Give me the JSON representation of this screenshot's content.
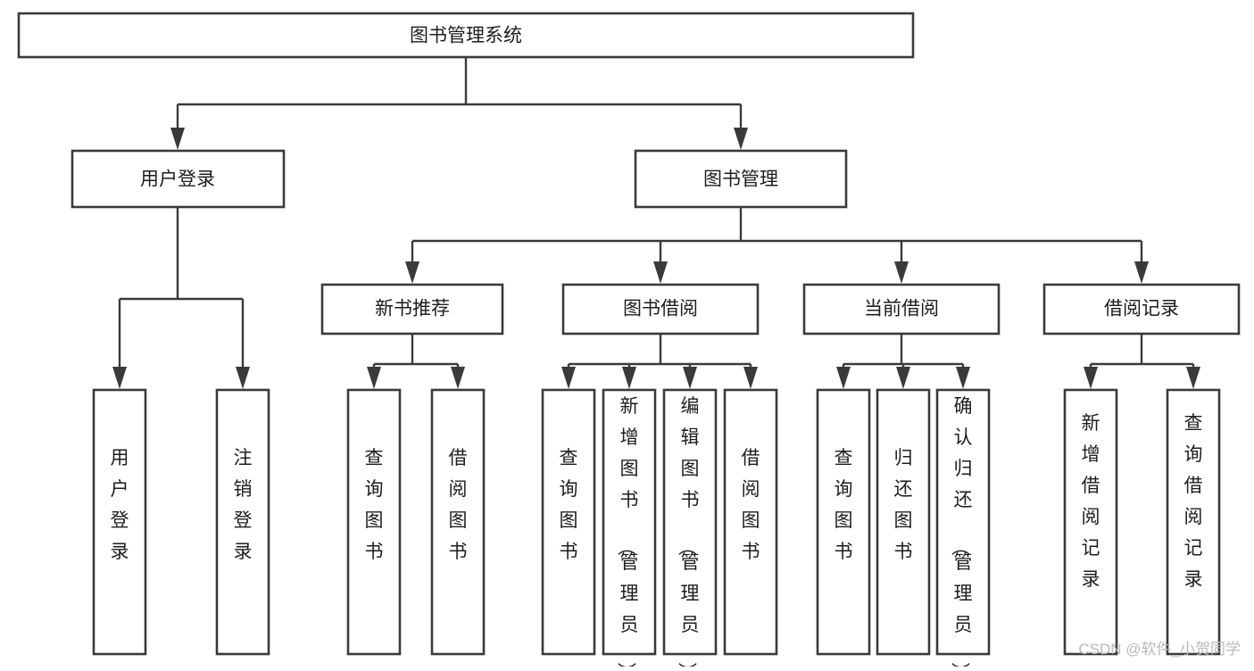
{
  "diagram": {
    "title": "图书管理系统",
    "type": "hierarchy-tree",
    "levels": {
      "root": {
        "label": "图书管理系统"
      },
      "level2": [
        {
          "id": "user-login",
          "label": "用户登录"
        },
        {
          "id": "book-management",
          "label": "图书管理"
        }
      ],
      "level3": [
        {
          "id": "new-book-recommend",
          "label": "新书推荐",
          "parent": "book-management"
        },
        {
          "id": "book-borrow",
          "label": "图书借阅",
          "parent": "book-management"
        },
        {
          "id": "current-borrow",
          "label": "当前借阅",
          "parent": "book-management"
        },
        {
          "id": "borrow-record",
          "label": "借阅记录",
          "parent": "book-management"
        }
      ],
      "leaves": [
        {
          "id": "leaf-user-login",
          "label": "用户登录",
          "parent": "user-login"
        },
        {
          "id": "leaf-user-logout",
          "label": "注销登录",
          "parent": "user-login"
        },
        {
          "id": "leaf-query-book-1",
          "label": "查询图书",
          "parent": "new-book-recommend"
        },
        {
          "id": "leaf-borrow-book-1",
          "label": "借阅图书",
          "parent": "new-book-recommend"
        },
        {
          "id": "leaf-query-book-2",
          "label": "查询图书",
          "parent": "book-borrow"
        },
        {
          "id": "leaf-add-book",
          "label": "新增图书（管理员）",
          "parent": "book-borrow"
        },
        {
          "id": "leaf-edit-book",
          "label": "编辑图书（管理员）",
          "parent": "book-borrow"
        },
        {
          "id": "leaf-borrow-book-2",
          "label": "借阅图书",
          "parent": "book-borrow"
        },
        {
          "id": "leaf-query-book-3",
          "label": "查询图书",
          "parent": "current-borrow"
        },
        {
          "id": "leaf-return-book",
          "label": "归还图书",
          "parent": "current-borrow"
        },
        {
          "id": "leaf-confirm-return",
          "label": "确认归还（管理员）",
          "parent": "current-borrow"
        },
        {
          "id": "leaf-add-record",
          "label": "新增借阅记录",
          "parent": "borrow-record"
        },
        {
          "id": "leaf-query-record",
          "label": "查询借阅记录",
          "parent": "borrow-record"
        }
      ]
    },
    "colors": {
      "stroke": "#3a3a3a",
      "fill": "#ffffff",
      "text": "#1d1d1d",
      "watermark": "#b9b9b9"
    }
  },
  "watermark": {
    "text": "CSDN @软件_小贺同学"
  }
}
